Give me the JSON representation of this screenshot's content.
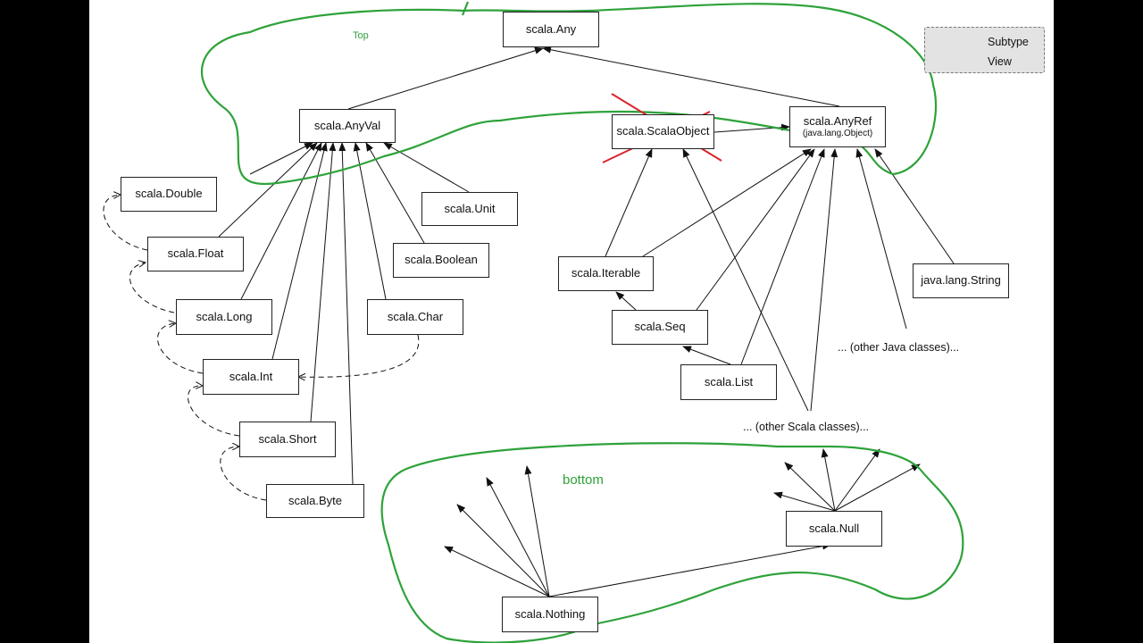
{
  "nodes": {
    "any": "scala.Any",
    "anyval": "scala.AnyVal",
    "scalaobject": "scala.ScalaObject",
    "anyref": "scala.AnyRef",
    "anyref_sub": "(java.lang.Object)",
    "double": "scala.Double",
    "float": "scala.Float",
    "long": "scala.Long",
    "int": "scala.Int",
    "short": "scala.Short",
    "byte": "scala.Byte",
    "unit": "scala.Unit",
    "boolean": "scala.Boolean",
    "char": "scala.Char",
    "iterable": "scala.Iterable",
    "seq": "scala.Seq",
    "list": "scala.List",
    "string": "java.lang.String",
    "null": "scala.Null",
    "nothing": "scala.Nothing"
  },
  "labels": {
    "other_java": "... (other Java classes)...",
    "other_scala": "... (other Scala classes)..."
  },
  "legend": {
    "subtype": "Subtype",
    "view": "View"
  },
  "annotations": {
    "top": "Top",
    "bottom": "bottom",
    "annotation_color": "#2ea23a",
    "strike_color": "#d9232e"
  }
}
